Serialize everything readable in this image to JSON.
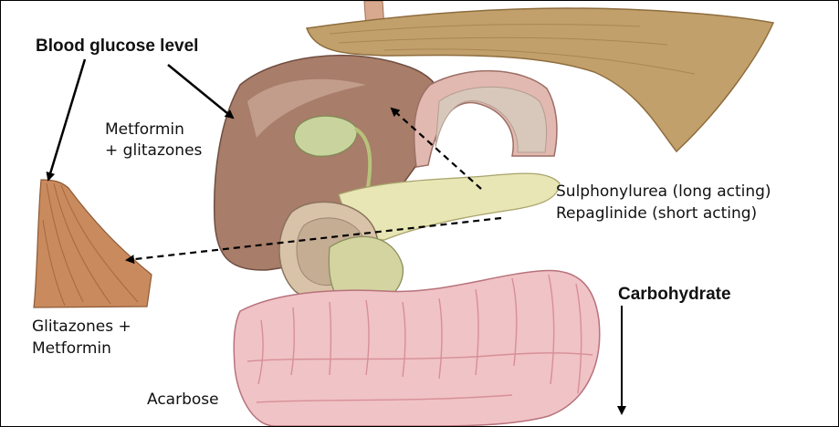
{
  "labels": {
    "blood_glucose": "Blood glucose level",
    "metformin_line1": "Metformin",
    "metformin_line2": "+ glitazones",
    "sulphonylurea": "Sulphonylurea (long acting)",
    "repaglinide": "Repaglinide (short acting)",
    "carbohydrate": "Carbohydrate",
    "glitazones_line1": "Glitazones +",
    "glitazones_line2": "Metformin",
    "acarbose": "Acarbose"
  },
  "colors": {
    "liver": "#a87d6a",
    "liver_highlight": "#c9a595",
    "diaphragm": "#c2a06b",
    "stomach_inner": "#d8c7bb",
    "gallbladder": "#c9d39e",
    "pancreas": "#e8e6b5",
    "duodenum": "#d9c3a8",
    "intestine": "#f0c3c6",
    "intestine_shadow": "#d78f97",
    "muscle": "#c98a5e",
    "arrow": "#000000"
  }
}
